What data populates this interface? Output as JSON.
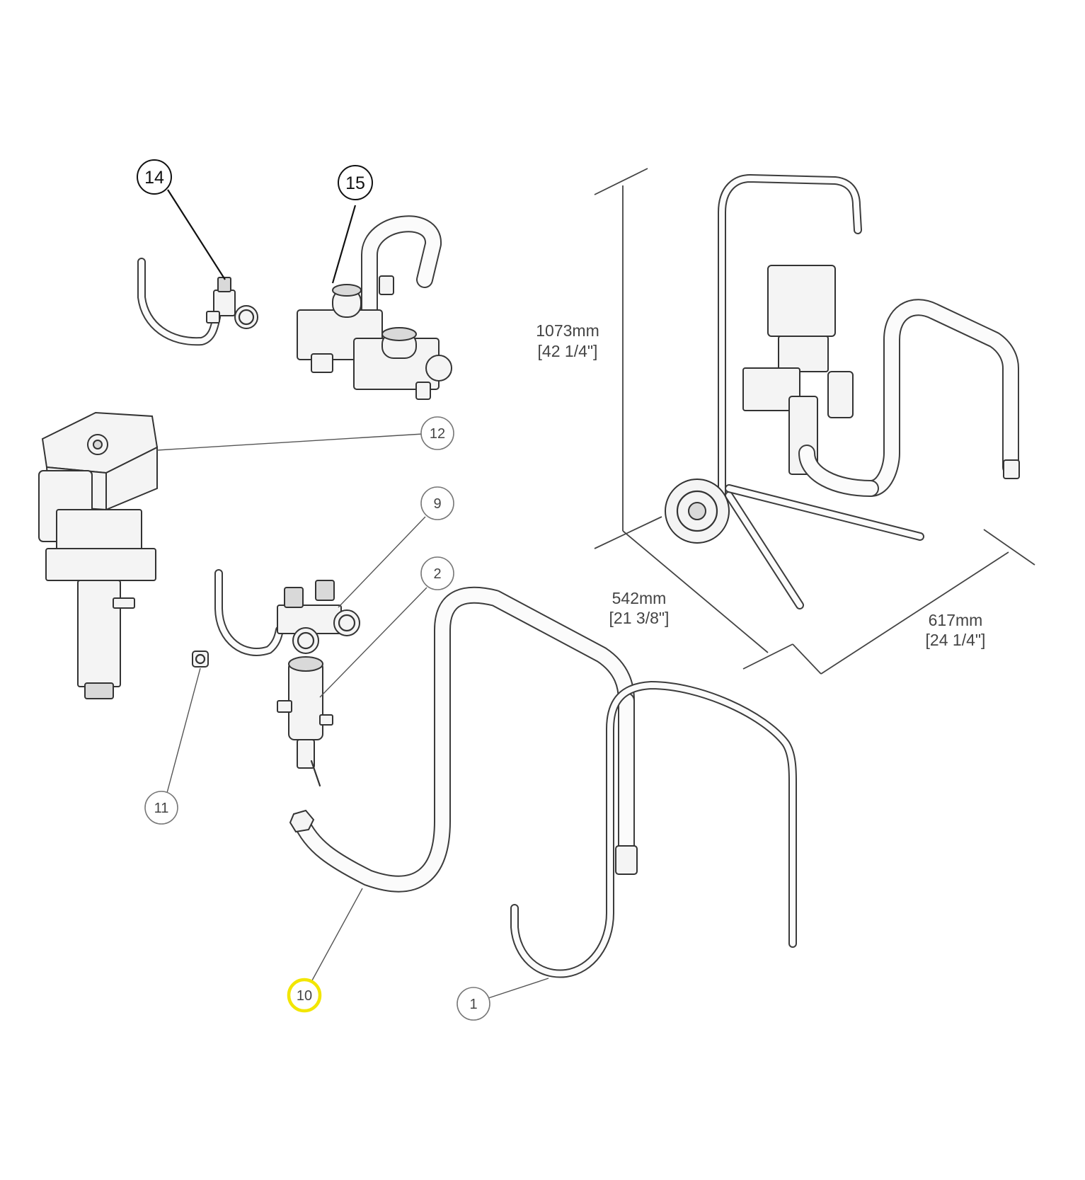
{
  "callouts": {
    "c14": "14",
    "c15": "15",
    "c12": "12",
    "c9": "9",
    "c2": "2",
    "c11": "11",
    "c10": "10",
    "c1": "1"
  },
  "dimensions": {
    "height_mm": "1073mm",
    "height_in": "[42 1/4\"]",
    "depth_mm": "542mm",
    "depth_in": "[21 3/8\"]",
    "width_mm": "617mm",
    "width_in": "[24 1/4\"]"
  },
  "colors": {
    "line": "#333333",
    "highlight": "#f2e600"
  }
}
